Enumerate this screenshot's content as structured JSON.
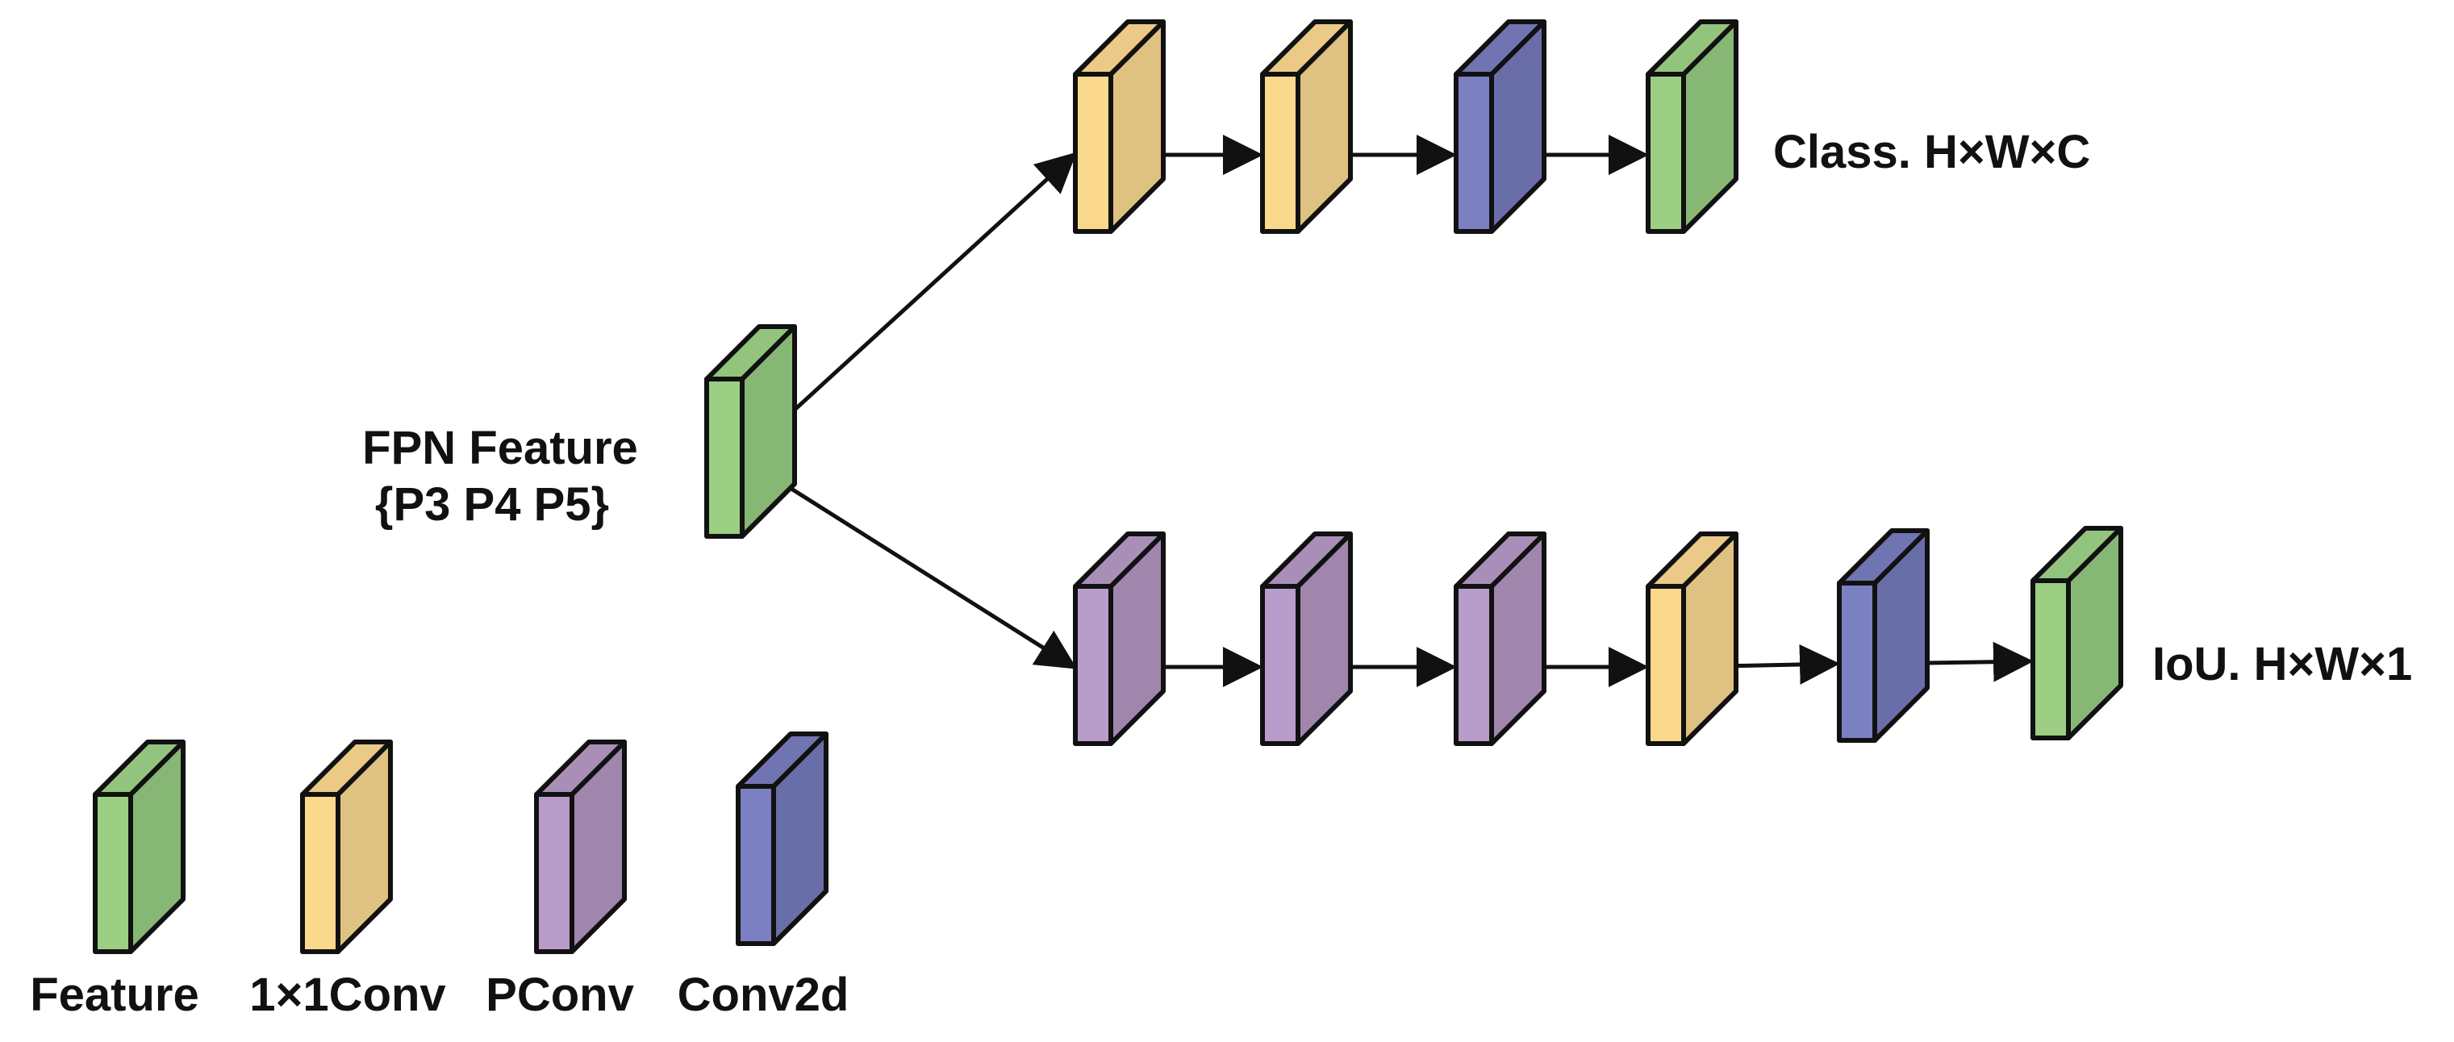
{
  "colors": {
    "feature": {
      "front": "#9ccf84",
      "side": "#86b775",
      "top": "#93c47d"
    },
    "conv1x1": {
      "front": "#fad98c",
      "side": "#dfc182",
      "top": "#ebc986"
    },
    "pconv": {
      "front": "#b89cc9",
      "side": "#a086ad",
      "top": "#a98fb8"
    },
    "conv2d": {
      "front": "#7b80c2",
      "side": "#6a6ea8",
      "top": "#7074b1"
    },
    "stroke": "#111111"
  },
  "input": {
    "label_line1": "FPN Feature",
    "label_line2": "{P3 P4 P5}",
    "block_type": "feature"
  },
  "class_branch": {
    "blocks": [
      "conv1x1",
      "conv1x1",
      "conv2d",
      "feature"
    ],
    "output_label": "Class. H×W×C"
  },
  "iou_branch": {
    "blocks": [
      "pconv",
      "pconv",
      "pconv",
      "conv1x1",
      "conv2d",
      "feature"
    ],
    "output_label": "IoU. H×W×1"
  },
  "legend": [
    {
      "type": "feature",
      "label": "Feature"
    },
    {
      "type": "conv1x1",
      "label": "1×1Conv"
    },
    {
      "type": "pconv",
      "label": "PConv"
    },
    {
      "type": "conv2d",
      "label": "Conv2d"
    }
  ]
}
